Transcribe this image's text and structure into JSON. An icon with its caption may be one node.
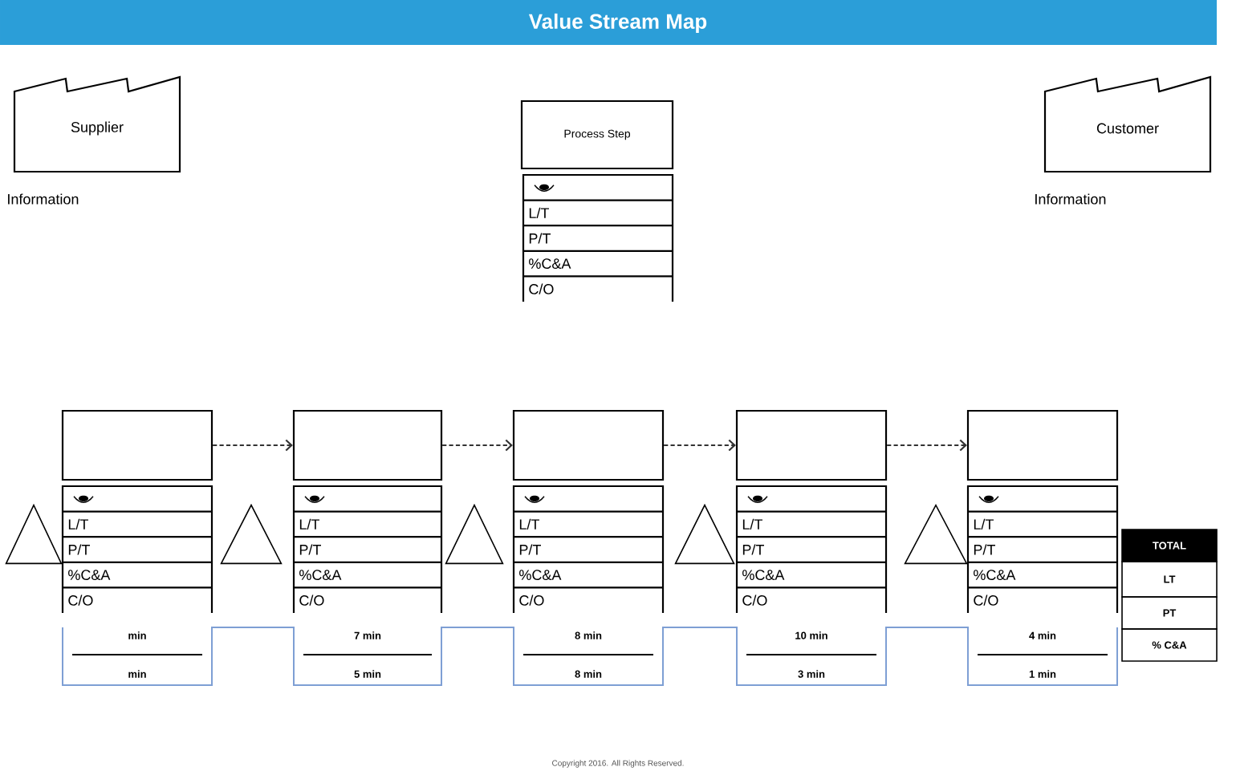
{
  "diagram": {
    "title": "Value Stream Map",
    "nodes": [
      {
        "text": [
          "Supplier"
        ],
        "beside": [
          "Information"
        ]
      },
      {
        "text": [
          "Process Step"
        ]
      },
      {
        "text": [
          "L/T",
          "P/T",
          "%C&A",
          "C/O"
        ]
      },
      {
        "text": [
          "Customer"
        ],
        "beside": [
          "Information"
        ]
      },
      {
        "text": [],
        "shape": "triangle"
      },
      {
        "text": [],
        "shape": "box"
      },
      {
        "text": [
          "L/T",
          "P/T",
          "%C&A",
          "C/O"
        ]
      },
      {
        "text": [],
        "shape": "triangle"
      },
      {
        "text": [],
        "shape": "box"
      },
      {
        "text": [
          "L/T",
          "P/T",
          "%C&A",
          "C/O"
        ]
      },
      {
        "text": [],
        "shape": "triangle"
      },
      {
        "text": [],
        "shape": "box"
      },
      {
        "text": [
          "L/T",
          "P/T",
          "%C&A",
          "C/O"
        ]
      },
      {
        "text": [],
        "shape": "triangle"
      },
      {
        "text": [],
        "shape": "box"
      },
      {
        "text": [
          "L/T",
          "P/T",
          "%C&A",
          "C/O"
        ]
      },
      {
        "text": [],
        "shape": "triangle"
      },
      {
        "text": [],
        "shape": "box"
      },
      {
        "text": [
          "L/T",
          "P/T",
          "%C&A",
          "C/O"
        ]
      }
    ],
    "edges": [
      {
        "from": 5,
        "to": 8,
        "arrow": "to",
        "style": "dashed"
      },
      {
        "from": 8,
        "to": 11,
        "arrow": "to",
        "style": "dashed"
      },
      {
        "from": 11,
        "to": 14,
        "arrow": "to",
        "style": "dashed"
      },
      {
        "from": 14,
        "to": 17,
        "arrow": "to",
        "style": "dashed"
      }
    ],
    "labels": [
      "min",
      "7 min",
      "8 min",
      "10 min",
      "4 min",
      "min",
      "5 min",
      "8 min",
      "3 min",
      "1 min",
      "TOTAL",
      "LT",
      "PT",
      "% C&A",
      "Copyright 2016. All Rights Reserved."
    ]
  }
}
